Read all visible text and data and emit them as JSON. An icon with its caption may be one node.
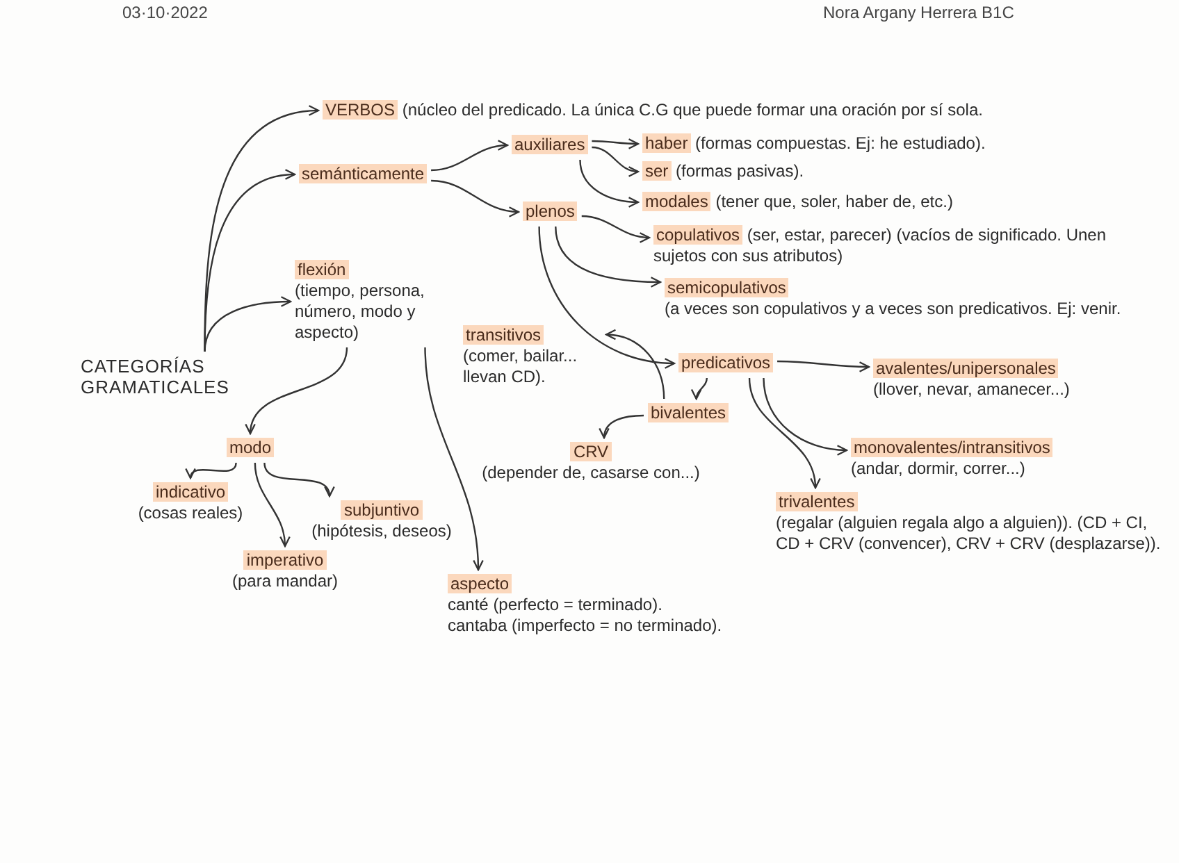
{
  "diagram": {
    "nodes": [
      {
        "text": [
          "CATEGORÍAS GRAMATICALES"
        ]
      },
      {
        "text": [
          "VERBOS",
          "(núcleo del predicado. La única C.G que puede formar una oración por sí sola."
        ]
      },
      {
        "text": [
          "semánticamente"
        ]
      },
      {
        "text": [
          "flexión",
          "(tiempo, persona, número, modo y aspecto)"
        ]
      },
      {
        "text": [
          "auxiliares"
        ]
      },
      {
        "text": [
          "haber",
          "(formas compuestas. Ej: he estudiado)."
        ]
      },
      {
        "text": [
          "ser",
          "(formas pasivas)."
        ]
      },
      {
        "text": [
          "modales",
          "(tener que, soler, haber de, etc.)"
        ]
      },
      {
        "text": [
          "plenos"
        ]
      },
      {
        "text": [
          "copulativos",
          "(ser, estar, parecer) (vacíos de significado. Unen sujetos con sus atributos)"
        ]
      },
      {
        "text": [
          "semicopulativos",
          "(a veces son copulativos y a veces son predicativos. Ej: venir."
        ]
      },
      {
        "text": [
          "predicativos"
        ]
      },
      {
        "text": [
          "avalentes/unipersonales",
          "(llover, nevar, amanecer...)"
        ]
      },
      {
        "text": [
          "bivalentes"
        ]
      },
      {
        "text": [
          "transitivos",
          "(comer, bailar... llevan CD)."
        ]
      },
      {
        "text": [
          "CRV",
          "(depender de, casarse con...)"
        ]
      },
      {
        "text": [
          "monovalentes/intransitivos",
          "(andar, dormir, correr...)"
        ]
      },
      {
        "text": [
          "trivalentes",
          "(regalar (alguien regala algo a alguien)). (CD + CI, CD + CRV (convencer), CRV + CRV (desplazarse))."
        ]
      },
      {
        "text": [
          "modo"
        ]
      },
      {
        "text": [
          "indicativo",
          "(cosas reales)"
        ]
      },
      {
        "text": [
          "subjuntivo",
          "(hipótesis, deseos)"
        ]
      },
      {
        "text": [
          "imperativo",
          "(para mandar)"
        ]
      },
      {
        "text": [
          "aspecto",
          "canté (perfecto = terminado).",
          "cantaba (imperfecto = no terminado)."
        ]
      }
    ],
    "edges": [
      {
        "from": 0,
        "to": 1,
        "arrow": "to"
      },
      {
        "from": 0,
        "to": 2,
        "arrow": "to"
      },
      {
        "from": 0,
        "to": 3,
        "arrow": "to"
      },
      {
        "from": 2,
        "to": 4,
        "arrow": "to"
      },
      {
        "from": 2,
        "to": 8,
        "arrow": "to"
      },
      {
        "from": 4,
        "to": 5,
        "arrow": "to"
      },
      {
        "from": 4,
        "to": 6,
        "arrow": "to"
      },
      {
        "from": 4,
        "to": 7,
        "arrow": "to"
      },
      {
        "from": 8,
        "to": 9,
        "arrow": "to"
      },
      {
        "from": 8,
        "to": 10,
        "arrow": "to"
      },
      {
        "from": 8,
        "to": 11,
        "arrow": "to"
      },
      {
        "from": 11,
        "to": 12,
        "arrow": "to"
      },
      {
        "from": 11,
        "to": 13,
        "arrow": "to"
      },
      {
        "from": 11,
        "to": 16,
        "arrow": "to"
      },
      {
        "from": 11,
        "to": 17,
        "arrow": "to"
      },
      {
        "from": 13,
        "to": 14,
        "arrow": "to"
      },
      {
        "from": 13,
        "to": 15,
        "arrow": "to"
      },
      {
        "from": 3,
        "to": 18,
        "arrow": "to"
      },
      {
        "from": 3,
        "to": 22,
        "arrow": "to"
      },
      {
        "from": 18,
        "to": 19,
        "arrow": "to"
      },
      {
        "from": 18,
        "to": 20,
        "arrow": "to"
      },
      {
        "from": 18,
        "to": 21,
        "arrow": "to"
      }
    ],
    "labels": [
      "03·10·2022",
      "Nora Argany Herrera B1C"
    ]
  }
}
